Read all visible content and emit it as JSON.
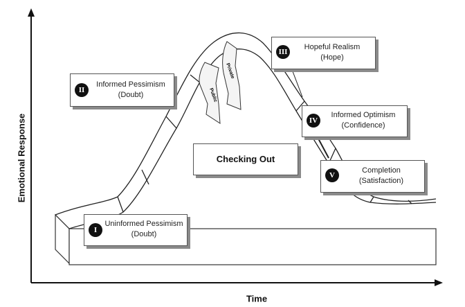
{
  "axes": {
    "y_label": "Emotional Response",
    "x_label": "Time"
  },
  "stages": [
    {
      "numeral": "I",
      "name": "Uninformed Pessimism",
      "emotion": "(Doubt)"
    },
    {
      "numeral": "II",
      "name": "Informed Pessimism",
      "emotion": "(Doubt)"
    },
    {
      "numeral": "III",
      "name": "Hopeful Realism",
      "emotion": "(Hope)"
    },
    {
      "numeral": "IV",
      "name": "Informed Optimism",
      "emotion": "(Confidence)"
    },
    {
      "numeral": "V",
      "name": "Completion",
      "emotion": "(Satisfaction)"
    }
  ],
  "checking_out": "Checking Out",
  "checkout_arrows": [
    {
      "label": "Public"
    },
    {
      "label": "Private"
    }
  ],
  "colors": {
    "line": "#111111",
    "shadow": "#8a8a8a",
    "badge": "#111111"
  }
}
